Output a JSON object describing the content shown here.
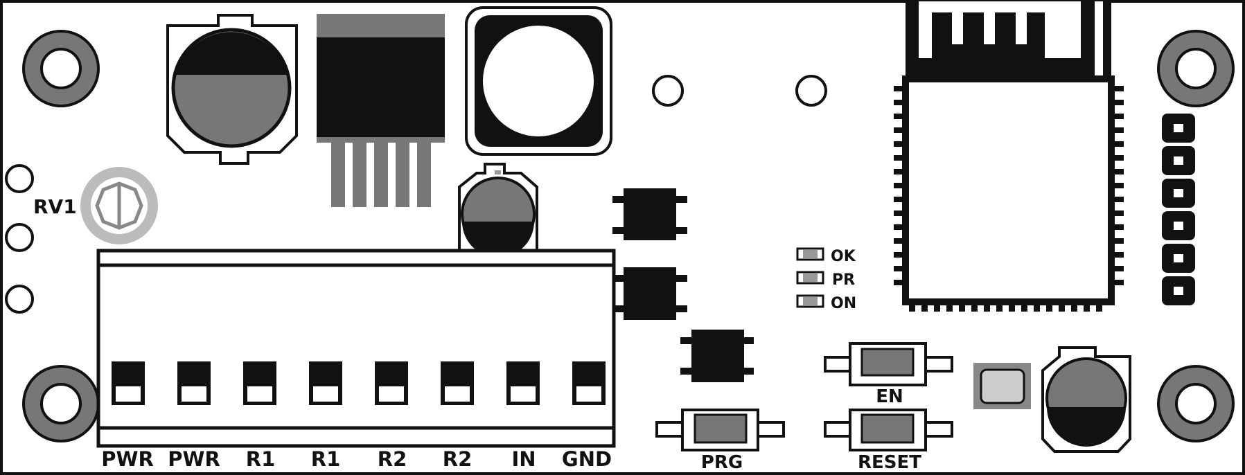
{
  "board": {
    "pot_label": "RV1",
    "terminal_labels": [
      "PWR",
      "PWR",
      "R1",
      "R1",
      "R2",
      "R2",
      "IN",
      "GND"
    ],
    "led_labels": [
      "OK",
      "PR",
      "ON"
    ],
    "buttons": {
      "prg": "PRG",
      "en": "EN",
      "reset": "RESET"
    }
  }
}
